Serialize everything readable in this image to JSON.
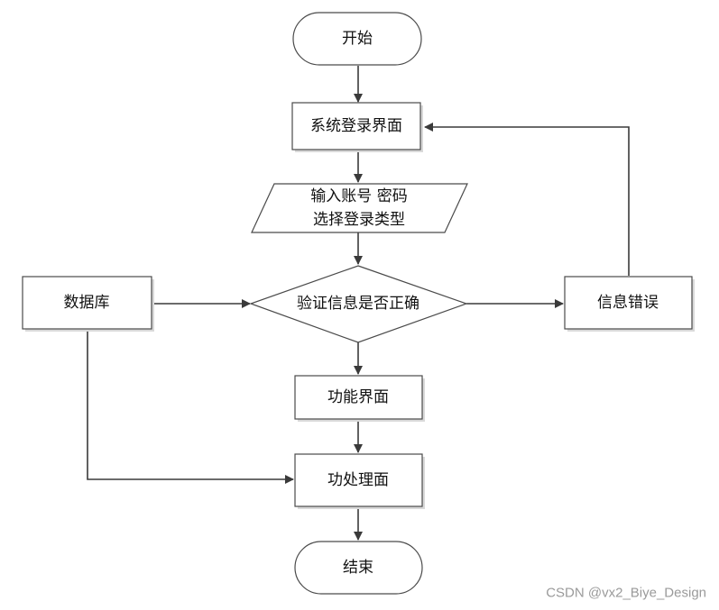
{
  "nodes": {
    "start": "开始",
    "login": "系统登录界面",
    "input_line1": "输入账号 密码",
    "input_line2": "选择登录类型",
    "verify": "验证信息是否正确",
    "database": "数据库",
    "error": "信息错误",
    "function": "功能界面",
    "process": "功处理面",
    "end": "结束"
  },
  "watermark": "CSDN @vx2_Biye_Design"
}
